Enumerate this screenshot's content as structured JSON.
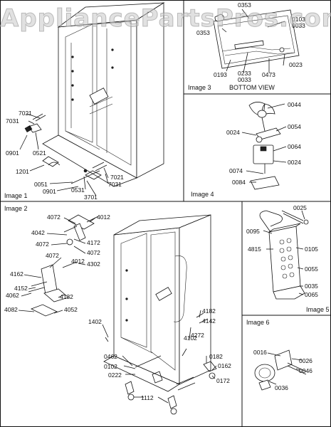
{
  "watermark": "AppliancePartsPros.com",
  "captions": {
    "image1": "Image 1",
    "image2": "Image 2",
    "image3": "Image 3",
    "bottom_view": "BOTTOM VIEW",
    "image4": "Image 4",
    "image5": "Image 5",
    "image6": "Image 6"
  },
  "image1_parts": [
    "7021",
    "7031",
    "0901",
    "0521",
    "1201",
    "0051",
    "0901",
    "0531",
    "7021",
    "7031",
    "3701"
  ],
  "image3_parts": [
    "0353",
    "0103",
    "0033",
    "0353",
    "0193",
    "0233",
    "0033",
    "0473",
    "0023"
  ],
  "image4_parts": [
    "0044",
    "0024",
    "0054",
    "0064",
    "0074",
    "0024",
    "0084"
  ],
  "image2_parts": [
    "4072",
    "4012",
    "4042",
    "4072",
    "4172",
    "4072",
    "4302",
    "4072",
    "4012",
    "4162",
    "4152",
    "4062",
    "4132",
    "4082",
    "4052",
    "1402",
    "4182",
    "4142",
    "4272",
    "4102",
    "0462",
    "0102",
    "0222",
    "0182",
    "0162",
    "0172",
    "1112"
  ],
  "image5_parts": [
    "0025",
    "0095",
    "4815",
    "0105",
    "0055",
    "0035",
    "0065"
  ],
  "image6_parts": [
    "0016",
    "0026",
    "0046",
    "0036"
  ]
}
